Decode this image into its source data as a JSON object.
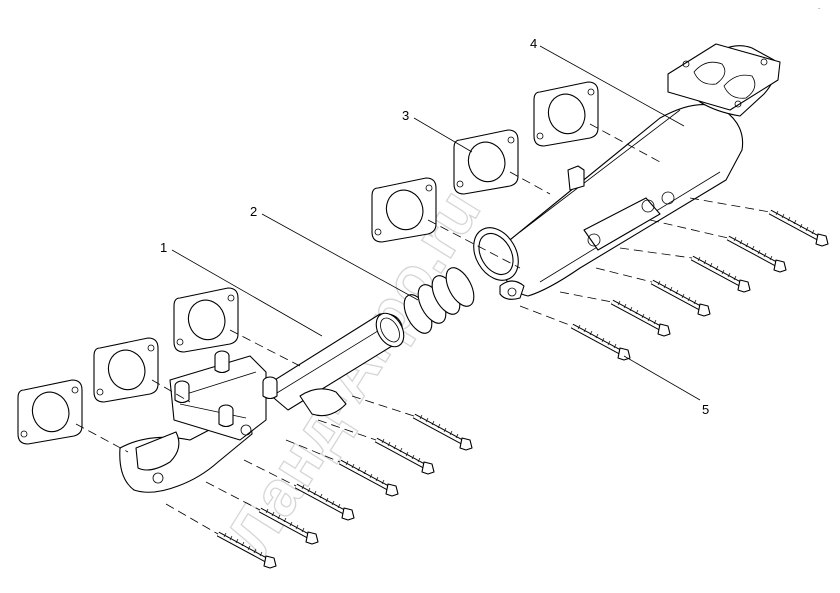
{
  "diagram": {
    "watermark": "Ланд-Агро.ru",
    "corner_mark": "~",
    "callouts": [
      {
        "id": "1",
        "label": "1"
      },
      {
        "id": "2",
        "label": "2"
      },
      {
        "id": "3",
        "label": "3"
      },
      {
        "id": "4",
        "label": "4"
      },
      {
        "id": "5",
        "label": "5"
      }
    ]
  }
}
